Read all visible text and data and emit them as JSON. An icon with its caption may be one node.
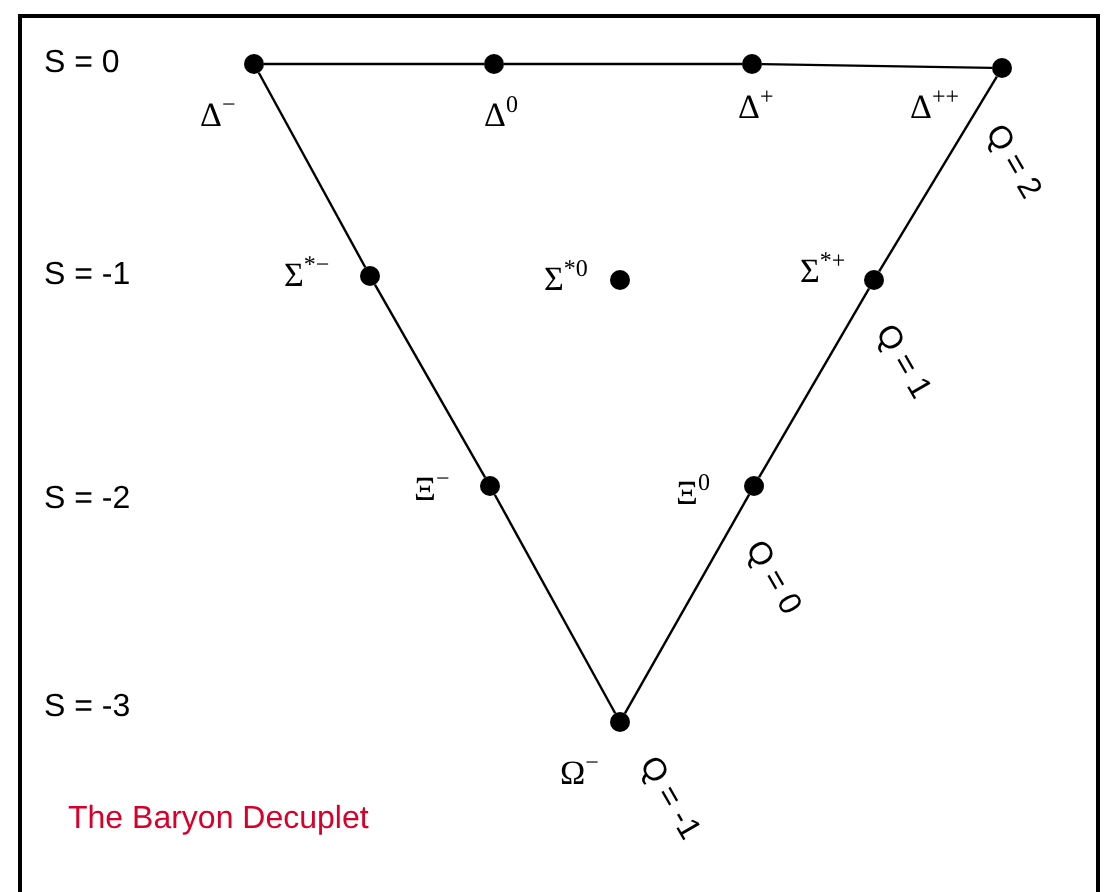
{
  "diagram": {
    "caption": "The Baryon Decuplet",
    "nodes": [
      {
        "text": [],
        "shape": "circle",
        "beside": [
          "Δ$^{−}$"
        ]
      },
      {
        "text": [],
        "shape": "circle",
        "beside": [
          "Δ$^{0}$"
        ]
      },
      {
        "text": [],
        "shape": "circle",
        "beside": [
          "Δ$^{+}$"
        ]
      },
      {
        "text": [],
        "shape": "circle",
        "beside": [
          "Δ$^{++}$"
        ]
      },
      {
        "text": [],
        "shape": "circle",
        "beside": [
          "Σ$^{*−}$"
        ]
      },
      {
        "text": [],
        "shape": "circle",
        "beside": [
          "Σ$^{*0}$"
        ]
      },
      {
        "text": [],
        "shape": "circle",
        "beside": [
          "Σ$^{*+}$"
        ]
      },
      {
        "text": [],
        "shape": "circle",
        "beside": [
          "Ξ$^{−}$"
        ]
      },
      {
        "text": [],
        "shape": "circle",
        "beside": [
          "Ξ$^{0}$"
        ]
      },
      {
        "text": [],
        "shape": "circle",
        "beside": [
          "Ω$^{−}$"
        ]
      }
    ],
    "edges": [
      {
        "from": 0,
        "to": 1,
        "arrow": "none"
      },
      {
        "from": 1,
        "to": 2,
        "arrow": "none"
      },
      {
        "from": 2,
        "to": 3,
        "arrow": "none"
      },
      {
        "from": 0,
        "to": 4,
        "arrow": "none"
      },
      {
        "from": 4,
        "to": 7,
        "arrow": "none"
      },
      {
        "from": 7,
        "to": 9,
        "arrow": "none"
      },
      {
        "from": 3,
        "to": 6,
        "arrow": "none"
      },
      {
        "from": 6,
        "to": 8,
        "arrow": "none"
      },
      {
        "from": 8,
        "to": 9,
        "arrow": "none"
      }
    ],
    "labels": [
      "S = 0",
      "S = -1",
      "S = -2",
      "S = -3",
      "Q = 2",
      "Q = 1",
      "Q = 0",
      "Q = -1"
    ]
  }
}
